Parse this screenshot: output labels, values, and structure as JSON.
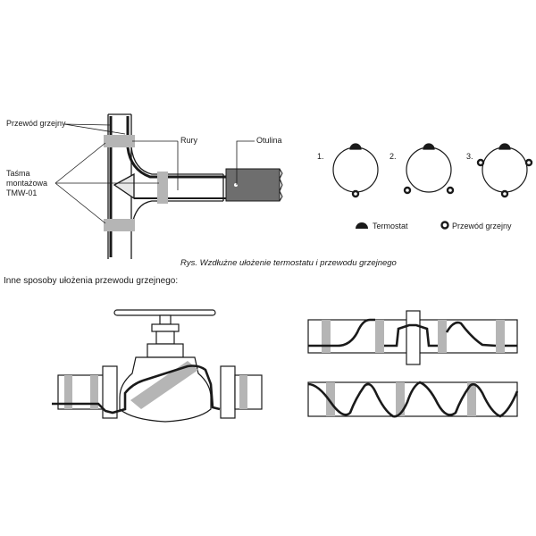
{
  "labels": {
    "heating_cable": "Przewód grzejny",
    "mounting_tape_line1": "Taśma",
    "mounting_tape_line2": "montażowa",
    "mounting_tape_line3": "TMW-01",
    "pipes": "Rury",
    "insulation": "Otulina"
  },
  "variants": [
    "1.",
    "2.",
    "3."
  ],
  "legend": {
    "thermostat": "Termostat",
    "heating_cable": "Przewód grzejny"
  },
  "caption": "Rys. Wzdłużne ułożenie termostatu i przewodu grzejnego",
  "other_methods_heading": "Inne sposoby ułożenia przewodu grzejnego:",
  "colors": {
    "line": "#1a1a1a",
    "tape": "#b5b5b5",
    "insulation": "#6e6e6e",
    "paper": "#ffffff"
  }
}
